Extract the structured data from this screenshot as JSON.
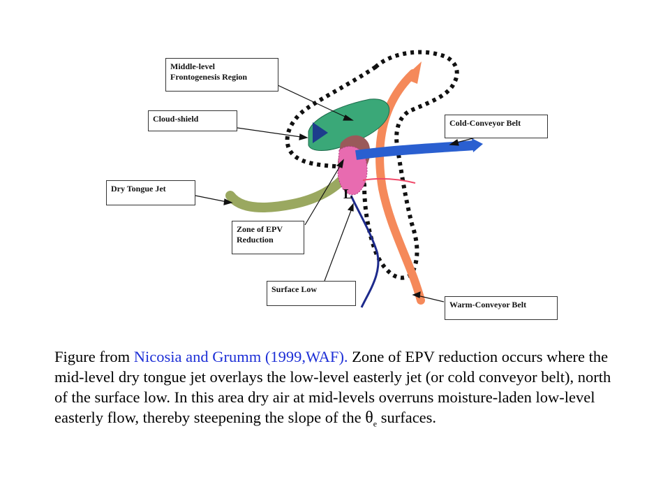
{
  "labels": {
    "frontogenesis": [
      "Middle-level",
      "Frontogenesis Region"
    ],
    "cloud_shield": "Cloud-shield",
    "cold_conveyor": "Cold-Conveyor Belt",
    "dry_tongue": "Dry Tongue Jet",
    "epv_zone": [
      "Zone of EPV",
      "Reduction"
    ],
    "surface_low": "Surface Low",
    "warm_conveyor": "Warm-Conveyor Belt",
    "low_marker": "L"
  },
  "caption": {
    "prefix": "Figure from ",
    "citation": "Nicosia and Grumm (1999,WAF).",
    "body": "  Zone of EPV reduction occurs where the mid-level dry tongue jet overlays the low-level easterly jet (or cold conveyor belt), north of the surface low.  In this area dry air at mid-levels overruns moisture-laden low-level easterly flow, thereby steepening the slope of the ",
    "theta": "θ",
    "theta_sub": "e",
    "suffix": " surfaces."
  },
  "colors": {
    "warm_conveyor": "#f5895a",
    "cold_conveyor": "#2a5fd0",
    "dry_tongue": "#9aa860",
    "cloud_shield": "#3aa878",
    "epv_zone": "#e86bb0",
    "brown_overlap": "#9a5a5a",
    "surface_low_path": "#1d2a8c",
    "red_streak": "#f04a6a",
    "citation": "#1d2fd6"
  }
}
